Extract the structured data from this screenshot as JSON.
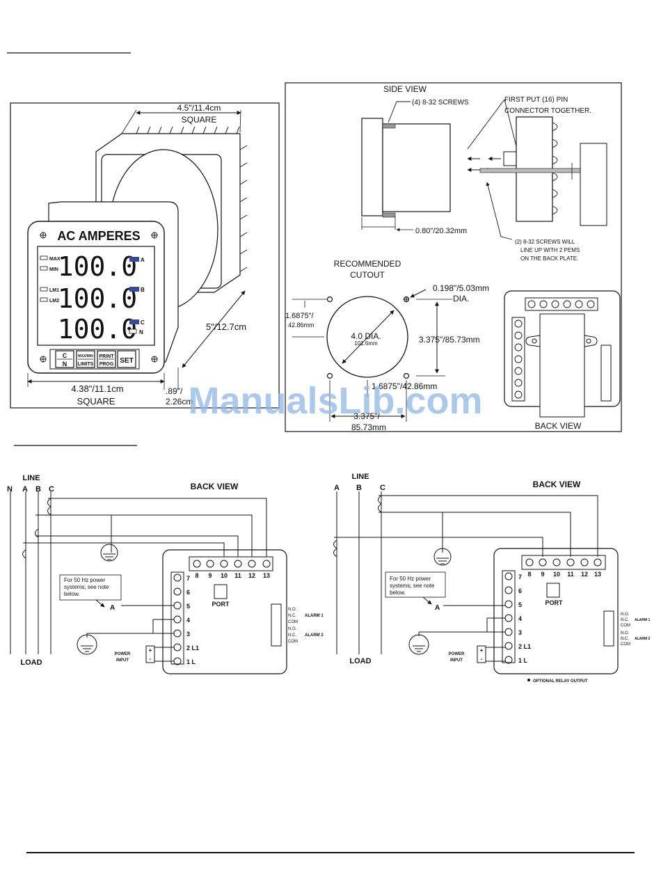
{
  "meter": {
    "title": "AC AMPERES",
    "readings": [
      "100.0",
      "100.0",
      "100.0"
    ],
    "left_labels": [
      "MAX",
      "MIN",
      "LM1",
      "LM2"
    ],
    "right_labels": [
      "A",
      "B",
      "C",
      "N"
    ],
    "buttons": {
      "cn_top": "C",
      "cn_bottom": "N",
      "limits_top": "MAX/MIN",
      "limits_bottom": "LIMITS",
      "print_top": "PRINT",
      "print_bottom": "PROG",
      "set": "SET"
    },
    "dims": {
      "top_width": "4.5\"/11.4cm",
      "top_square": "SQUARE",
      "depth": "5\"/12.7cm",
      "front_width": "4.38\"/11.1cm",
      "front_square": "SQUARE",
      "bezel_a": ".89\"/",
      "bezel_b": "2.26cm"
    }
  },
  "side_view": {
    "title": "SIDE VIEW",
    "screws": "(4) 8-32 SCREWS",
    "pin_line1": "FIRST PUT (16) PIN",
    "pin_line2": "CONNECTOR TOGETHER.",
    "thickness": "0.80\"/20.32mm",
    "note_line1": "(2) 8-32 SCREWS WILL",
    "note_line2": "LINE UP WITH 2 PEMS",
    "note_line3": "ON THE BACK PLATE."
  },
  "cutout": {
    "title1": "RECOMMENDED",
    "title2": "CUTOUT",
    "hole": "0.198\"/5.03mm",
    "hole_dia": "DIA.",
    "left_a": "1.6875\"/",
    "left_b": "42.86mm",
    "dia": "4.0 DIA.",
    "dia_mm": "101.6mm",
    "vertical": "3.375\"/85.73mm",
    "bottom_half": "1.6875\"/42.86mm",
    "bottom_a": "3.375\"/",
    "bottom_b": "85.73mm"
  },
  "back_view_label": "BACK VIEW",
  "watermark": "ManualsLib.com",
  "wiring_left": {
    "line": "LINE",
    "phases": [
      "N",
      "A",
      "B",
      "C"
    ],
    "load": "LOAD",
    "title": "BACK VIEW",
    "note1": "For 50 Hz power",
    "note2": "systems; see note",
    "note3": "below.",
    "note_ref": "A",
    "port": "PORT",
    "top_terms": [
      "8",
      "9",
      "10",
      "11",
      "12",
      "13"
    ],
    "left_terms": [
      "7",
      "6",
      "5",
      "4",
      "3",
      "2  L1",
      "1  L"
    ],
    "relay": [
      "N.O.",
      "N.C.",
      "COM",
      "N.O.",
      "N.C.",
      "COM"
    ],
    "alarm1": "ALARM 1",
    "alarm2": "ALARM 2",
    "power1": "POWER",
    "power2": "INPUT",
    "plus": "+",
    "minus": "-"
  },
  "wiring_right": {
    "line": "LINE",
    "phases": [
      "A",
      "B",
      "C"
    ],
    "load": "LOAD",
    "title": "BACK VIEW",
    "note1": "For 50 Hz power",
    "note2": "systems; see note",
    "note3": "below.",
    "note_ref": "A",
    "port": "PORT",
    "top_terms": [
      "8",
      "9",
      "10",
      "11",
      "12",
      "13"
    ],
    "left_terms": [
      "7",
      "6",
      "5",
      "4",
      "3",
      "2  L1",
      "1  L"
    ],
    "relay": [
      "N.O.",
      "N.C.",
      "COM",
      "N.O.",
      "N.C.",
      "COM"
    ],
    "alarm1": "ALARM 1",
    "alarm2": "ALARM 2",
    "power1": "POWER",
    "power2": "INPUT",
    "plus": "+",
    "minus": "-",
    "optional": "OPTIONAL RELAY OUTPUT"
  }
}
